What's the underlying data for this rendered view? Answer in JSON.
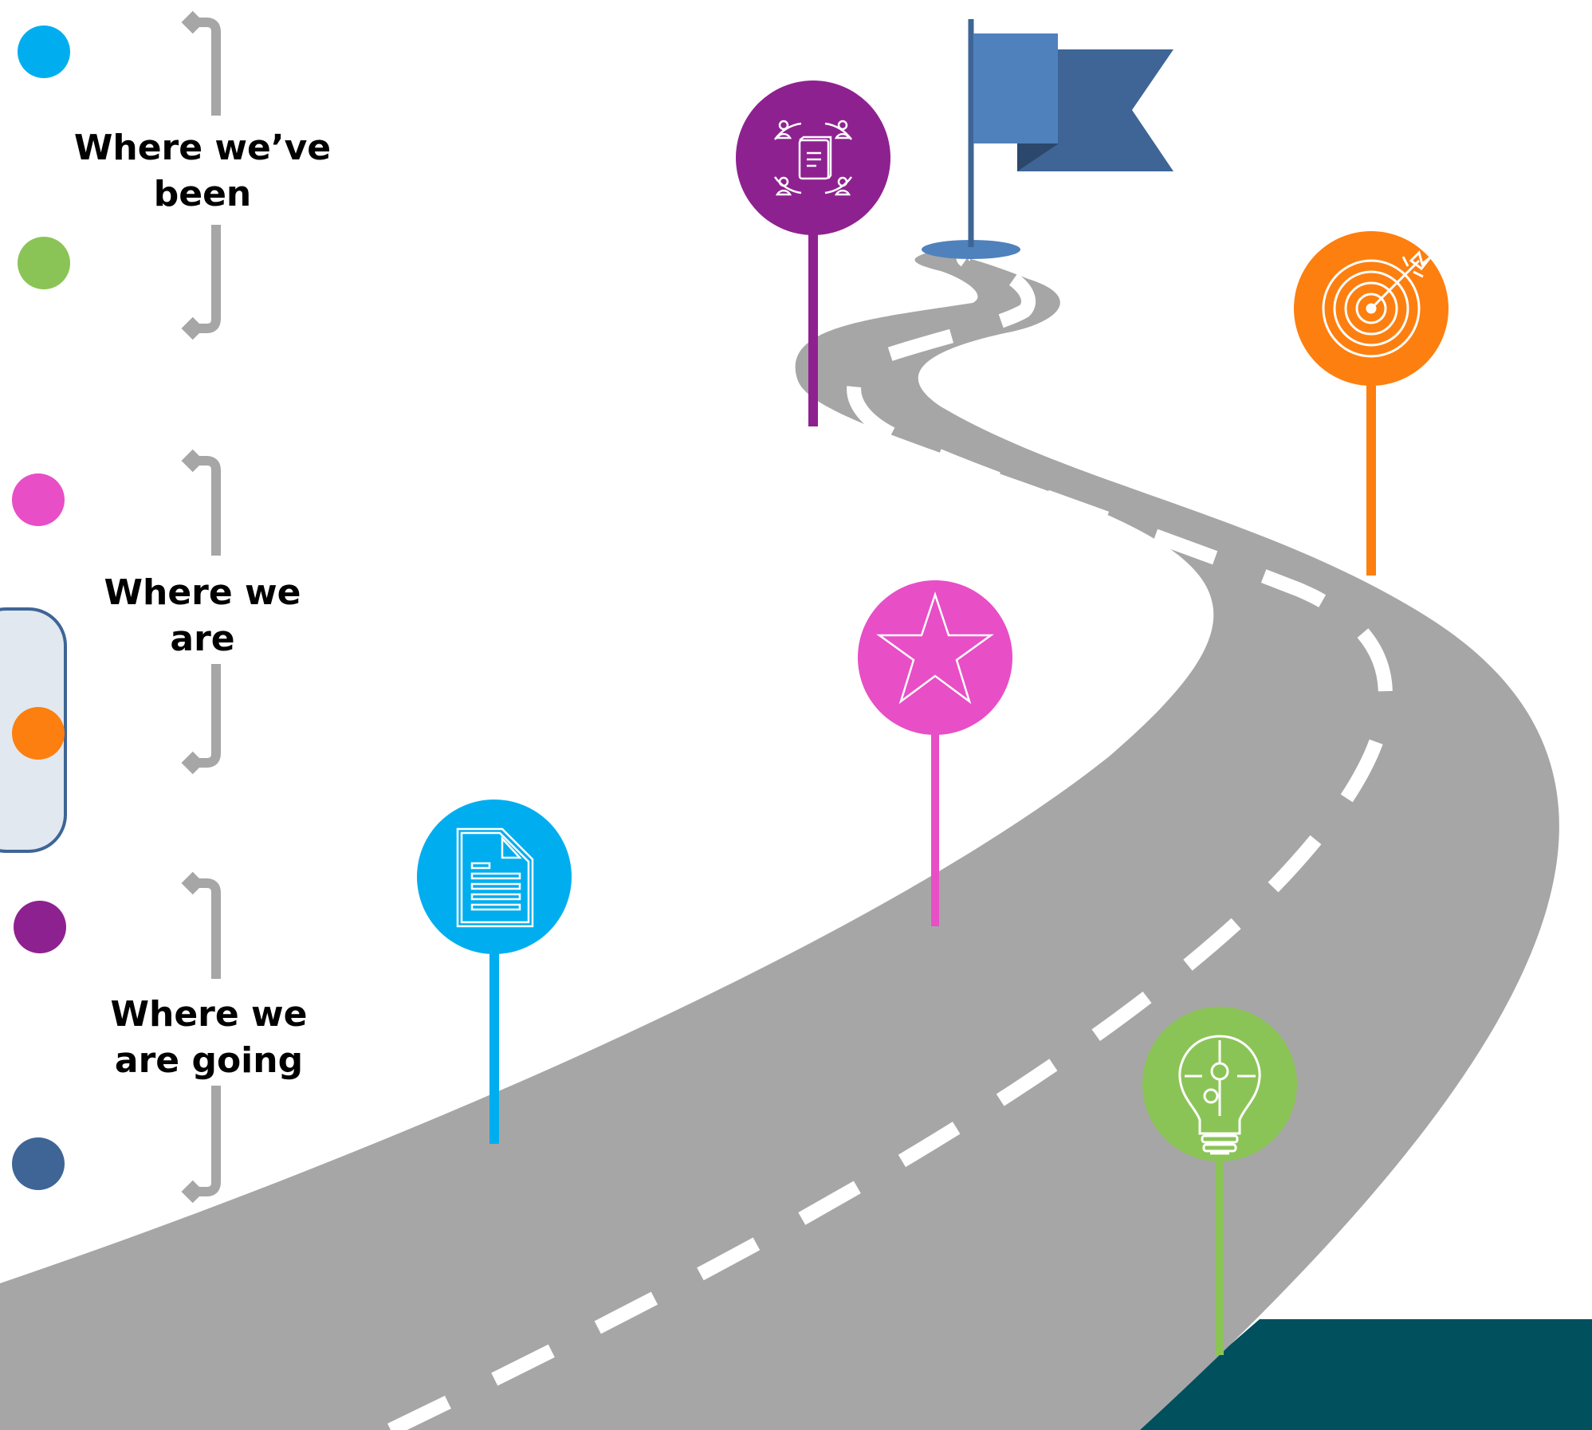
{
  "phases": [
    {
      "label": "Where we’ve\nbeen"
    },
    {
      "label": "Where we\nare"
    },
    {
      "label": "Where we\nare going"
    }
  ],
  "colors": {
    "road": "#a6a6a6",
    "lane_dash": "#ffffff",
    "bracket": "#a6a6a6",
    "corner_block": "#01505e",
    "flag_light": "#4f81bd",
    "flag_dark": "#3e6596",
    "highlight_fill": "#e2e8f0",
    "highlight_border": "#3e6596"
  },
  "legend_dots": [
    {
      "name": "blue-dot",
      "color": "#00aeef"
    },
    {
      "name": "green-dot",
      "color": "#8bc456"
    },
    {
      "name": "pink-dot",
      "color": "#e84ec6"
    },
    {
      "name": "orange-dot",
      "color": "#fd7f0f"
    },
    {
      "name": "purple-dot",
      "color": "#8e2190"
    },
    {
      "name": "navy-dot",
      "color": "#3e6596"
    }
  ],
  "milestones": [
    {
      "icon": "document-icon",
      "color": "#00aeef"
    },
    {
      "icon": "star-icon",
      "color": "#e84ec6"
    },
    {
      "icon": "lightbulb-puzzle-icon",
      "color": "#8bc456"
    },
    {
      "icon": "target-icon",
      "color": "#fd7f0f"
    },
    {
      "icon": "team-book-icon",
      "color": "#8e2190"
    }
  ]
}
